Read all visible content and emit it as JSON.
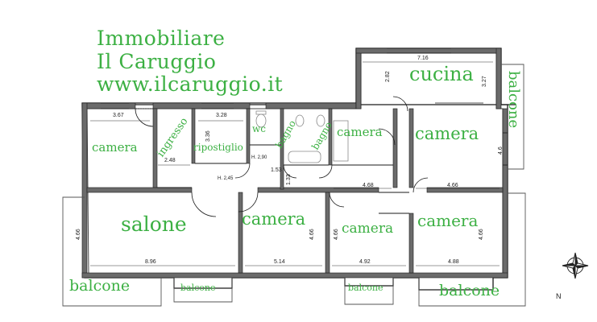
{
  "colors": {
    "label_green": "#3cb043",
    "wall": "#1a1a1a",
    "wall_fill": "#6b6b6b",
    "furniture": "#8a8a8a"
  },
  "agency": {
    "line1": "Immobiliare",
    "line2": "Il Caruggio",
    "line3": "www.ilcaruggio.it"
  },
  "rooms": {
    "cucina": "cucina",
    "balcone_kitchen": "balcone",
    "camera_left": "camera",
    "ingresso": "ingresso",
    "ripostiglio": "ripostiglio",
    "wc": "wc",
    "bagno_1": "bagno",
    "bagno_2": "bagno",
    "camera_mid": "camera",
    "camera_right_top": "camera",
    "salone": "salone",
    "camera_bottom_1": "camera",
    "camera_bottom_2": "camera",
    "camera_bottom_3": "camera",
    "balcone_1": "balcone",
    "balcone_2": "balcone",
    "balcone_3": "balcone",
    "balcone_4": "balcone"
  },
  "dimensions": {
    "d_716": "7.16",
    "d_282": "2.82",
    "d_327": "3.27",
    "d_367": "3.67",
    "d_328": "3.28",
    "d_336": "3.36",
    "d_248": "2.48",
    "d_46": "4.6",
    "d_h290": "H. 2,90",
    "d_153": "1.53",
    "d_133": "1.33",
    "d_h245": "H. 2,45",
    "d_468": "4.68",
    "d_466a": "4.66",
    "d_466b": "4.66",
    "d_466c": "4.66",
    "d_466d": "4.66",
    "d_466e": "4.66",
    "d_896": "8.96",
    "d_514": "5.14",
    "d_492": "4.92",
    "d_488": "4.88"
  },
  "compass": {
    "north_label": "N",
    "icon": "compass-rose-icon"
  }
}
